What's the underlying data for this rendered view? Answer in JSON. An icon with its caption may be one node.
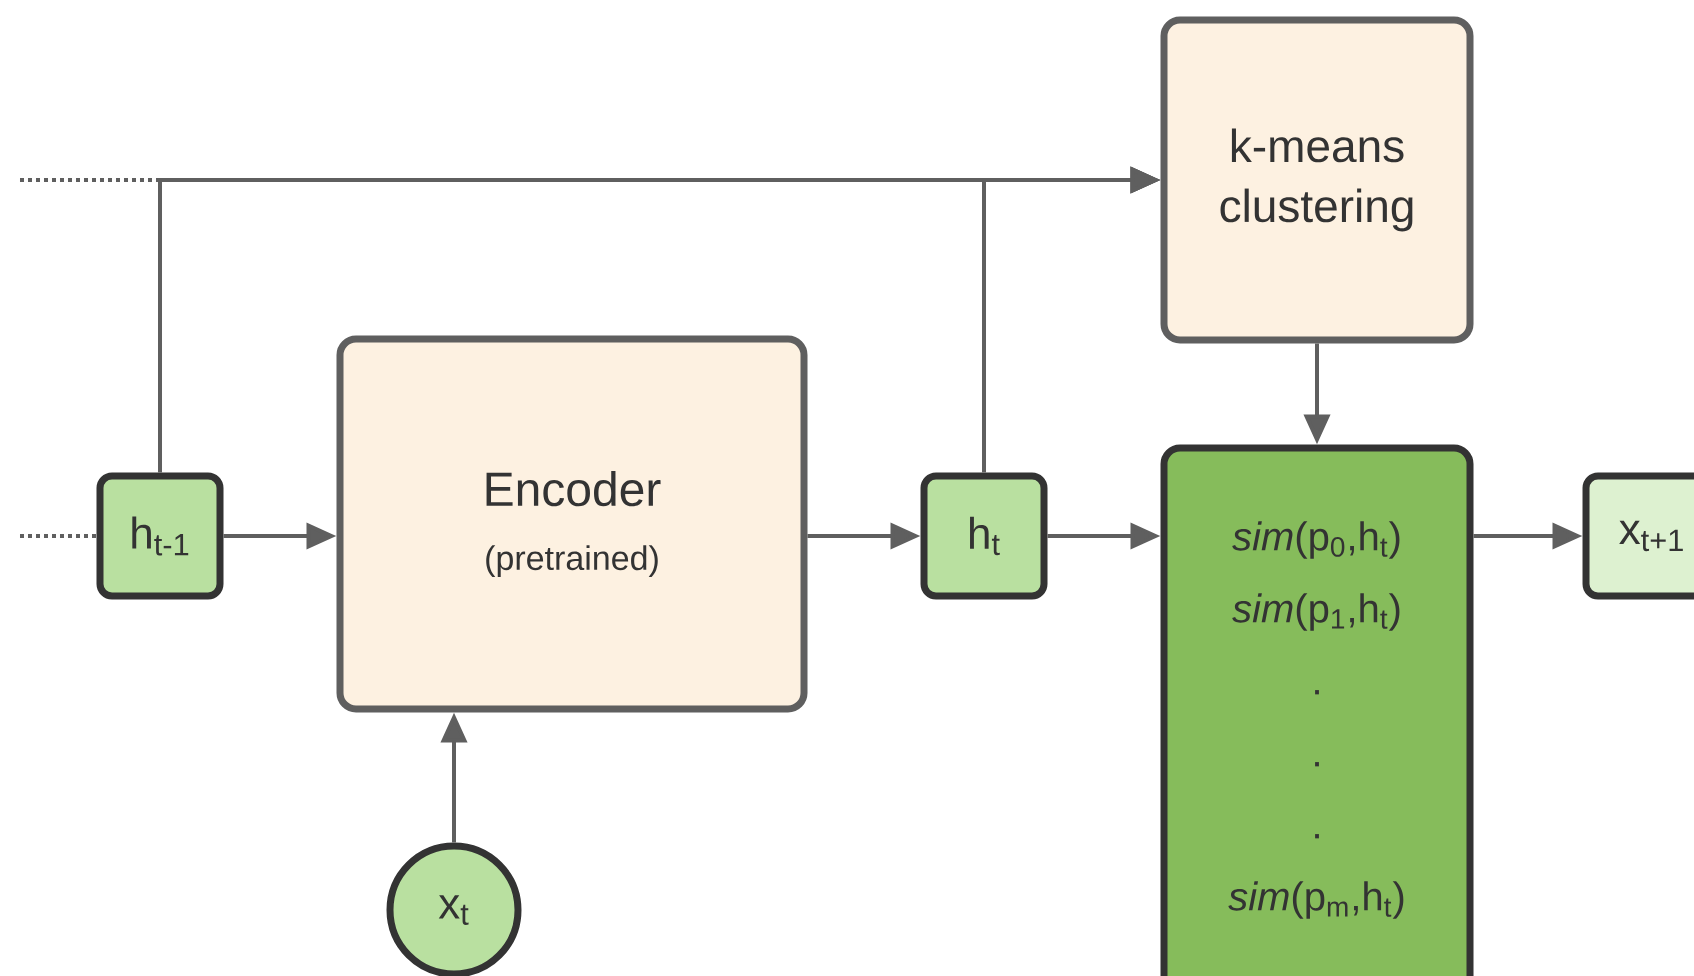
{
  "diagram": {
    "nodes": [
      {
        "text": [
          "h$_{t-1}$"
        ]
      },
      {
        "text": [
          "Encoder",
          "(pretrained)"
        ]
      },
      {
        "text": [
          "h$_{t}$"
        ]
      },
      {
        "text": [
          "k-means clustering"
        ]
      },
      {
        "text": [
          "*sim*(p$_{0}$,h$_{t}$)",
          "*sim*(p$_{1}$,h$_{t}$)",
          ".",
          ".",
          ".",
          "*sim*(p$_{m}$,h$_{t}$)"
        ]
      },
      {
        "text": [
          "x$_{t+1}$"
        ]
      },
      {
        "text": [
          "x$_{t}$"
        ]
      }
    ],
    "edges": [
      {
        "from": null,
        "to": 0,
        "arrow": "none",
        "style": "dashed"
      },
      {
        "from": null,
        "to": 3,
        "arrow": "to"
      },
      {
        "from": 0,
        "to": 3,
        "arrow": "to"
      },
      {
        "from": 0,
        "to": 1,
        "arrow": "to"
      },
      {
        "from": 1,
        "to": 2,
        "arrow": "to"
      },
      {
        "from": 2,
        "to": 3,
        "arrow": "to"
      },
      {
        "from": 2,
        "to": 4,
        "arrow": "to"
      },
      {
        "from": 3,
        "to": 4,
        "arrow": "to"
      },
      {
        "from": 4,
        "to": 5,
        "arrow": "to"
      },
      {
        "from": 6,
        "to": 1,
        "arrow": "to"
      }
    ]
  }
}
